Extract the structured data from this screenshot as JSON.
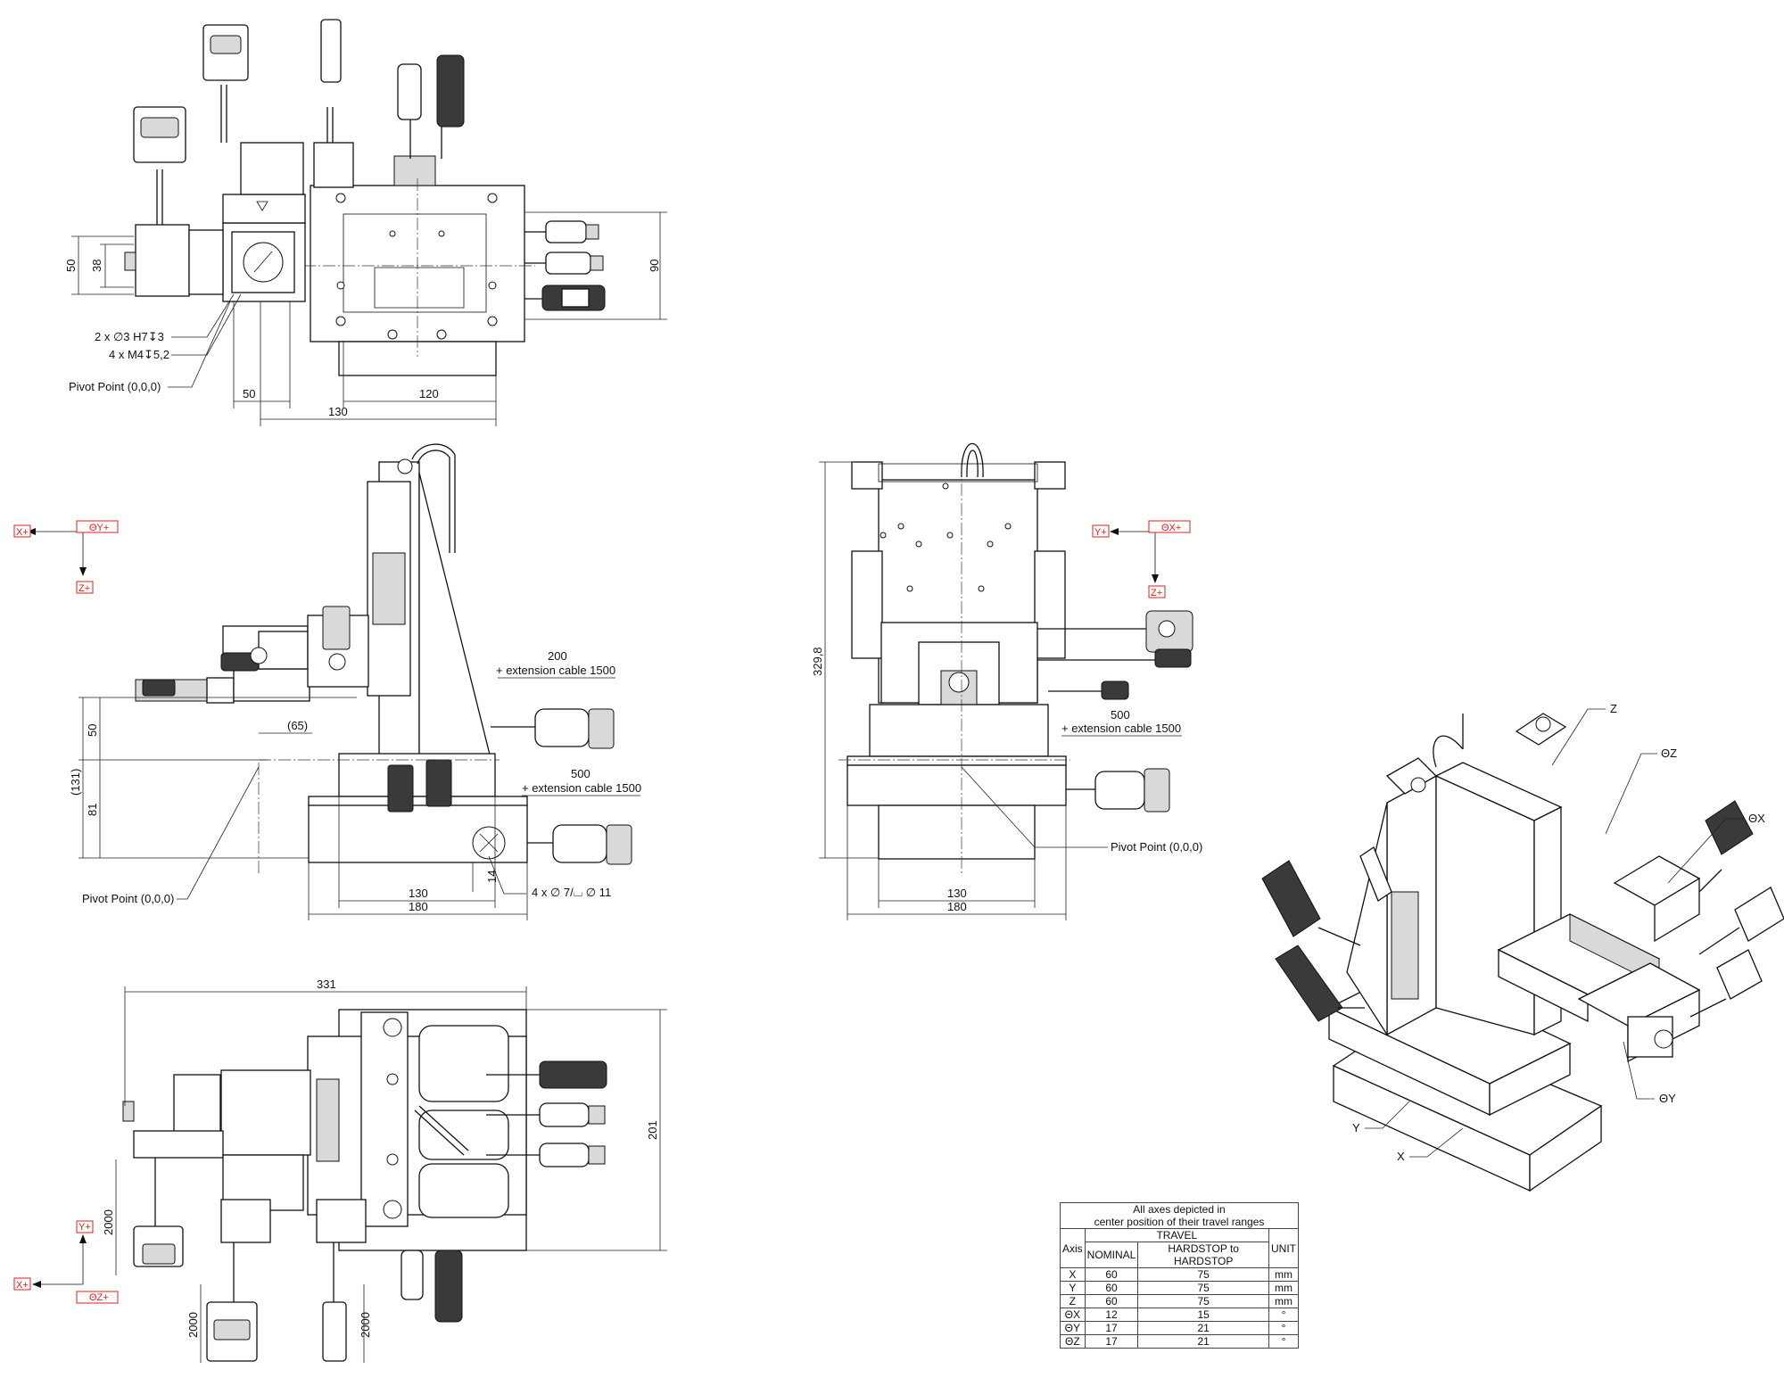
{
  "front_view": {
    "dims": {
      "d50_left": "50",
      "d38": "38",
      "d90": "90",
      "d50_bottom": "50",
      "d120": "120",
      "d130": "130"
    },
    "callouts": {
      "holes_h7": "2 x ∅3 H7↧3",
      "holes_m4": "4 x M4↧5,2",
      "pivot": "Pivot Point (0,0,0)"
    }
  },
  "side_view_left": {
    "axes": {
      "x": "X+",
      "rot": "ΘY+",
      "z": "Z+"
    },
    "dims": {
      "d50": "50",
      "d131": "(131)",
      "d81": "81",
      "d65": "(65)",
      "d14": "14",
      "d130": "130",
      "d180": "180",
      "d200": "200",
      "d500": "500"
    },
    "cable_note_1": "+ extension cable 1500",
    "cable_note_2": "+ extension cable 1500",
    "callouts": {
      "pivot": "Pivot Point (0,0,0)",
      "holes": "4 x ∅ 7/⌴ ∅ 11"
    }
  },
  "side_view_right": {
    "axes": {
      "y": "Y+",
      "rot": "ΘX+",
      "z": "Z+"
    },
    "dims": {
      "d329": "329,8",
      "d500": "500",
      "d130": "130",
      "d180": "180"
    },
    "cable_note": "+ extension cable 1500",
    "callouts": {
      "pivot": "Pivot Point (0,0,0)"
    }
  },
  "top_view": {
    "axes": {
      "y": "Y+",
      "x": "X+",
      "rot": "ΘZ+"
    },
    "dims": {
      "d331": "331",
      "d201": "201",
      "d2000_a": "2000",
      "d2000_b": "2000",
      "d2000_c": "2000"
    }
  },
  "iso_view": {
    "labels": {
      "z": "Z",
      "theta_z": "ΘZ",
      "theta_x": "ΘX",
      "theta_y": "ΘY",
      "y": "Y",
      "x": "X"
    }
  },
  "table": {
    "caption_1": "All axes depicted in",
    "caption_2": "center position of their travel ranges",
    "travel": "TRAVEL",
    "h_axis": "Axis",
    "h_nominal": "NOMINAL",
    "h_hardstop": "HARDSTOP to HARDSTOP",
    "h_unit": "UNIT",
    "rows": [
      {
        "axis": "X",
        "nominal": "60",
        "hardstop": "75",
        "unit": "mm"
      },
      {
        "axis": "Y",
        "nominal": "60",
        "hardstop": "75",
        "unit": "mm"
      },
      {
        "axis": "Z",
        "nominal": "60",
        "hardstop": "75",
        "unit": "mm"
      },
      {
        "axis": "ΘX",
        "nominal": "12",
        "hardstop": "15",
        "unit": "°"
      },
      {
        "axis": "ΘY",
        "nominal": "17",
        "hardstop": "21",
        "unit": "°"
      },
      {
        "axis": "ΘZ",
        "nominal": "17",
        "hardstop": "21",
        "unit": "°"
      }
    ]
  },
  "colors": {
    "axis_marker": "#e0201b",
    "line": "#111111"
  }
}
